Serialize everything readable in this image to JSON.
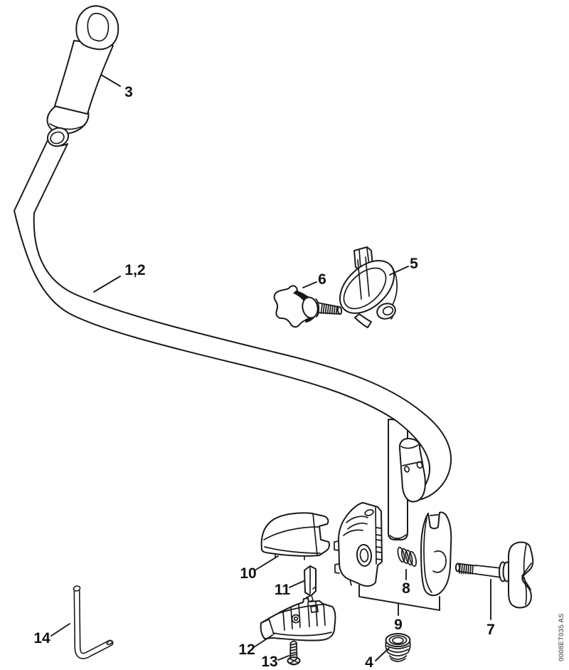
{
  "figure": {
    "code": "0008ET035 AS",
    "callouts": {
      "handlebar": "1,2",
      "grip": "3",
      "plug": "4",
      "clamp": "5",
      "star_knob": "6",
      "wing_knob": "7",
      "spring": "8",
      "clamp_pair": "9",
      "cover": "10",
      "insert": "11",
      "lower_bracket": "12",
      "screw": "13",
      "wrench": "14"
    }
  }
}
